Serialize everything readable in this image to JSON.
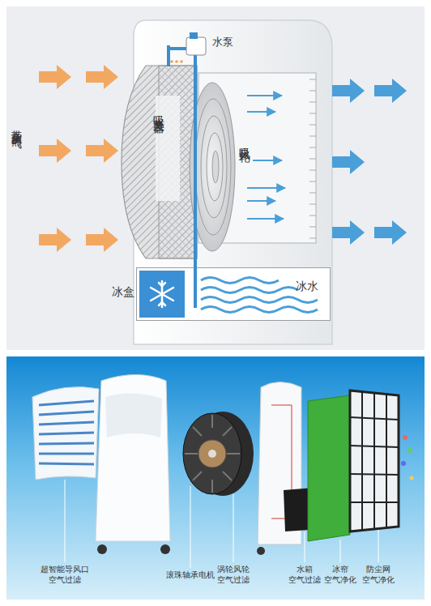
{
  "diagram": {
    "nodes": [
      {
        "text": [
          "吸水蒸发器"
        ]
      },
      {
        "text": [
          "吸风轮"
        ]
      },
      {
        "text": [
          "冰水"
        ]
      },
      {
        "text": [
          "冰盒"
        ],
        "in": 2
      }
    ],
    "labels": [
      "带杂质的热气",
      "水泵",
      "超智能导风口 空气过滤",
      "滚珠轴承电机",
      "涡轮风轮 空气过滤",
      "水箱 空气过滤",
      "冰帘 空气净化",
      "防尘网 空气净化"
    ]
  }
}
